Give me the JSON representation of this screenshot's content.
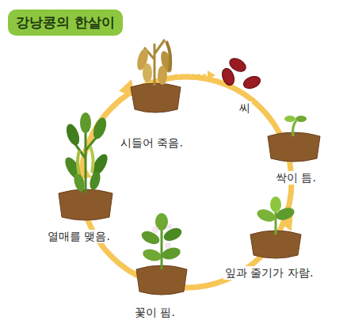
{
  "diagram": {
    "title": "강낭콩의 한살이",
    "labels": [
      "씨",
      "싹이 틈.",
      "잎과 줄기가 자람.",
      "꽃이 핌.",
      "열매를 맺음.",
      "시들어 죽음."
    ]
  }
}
